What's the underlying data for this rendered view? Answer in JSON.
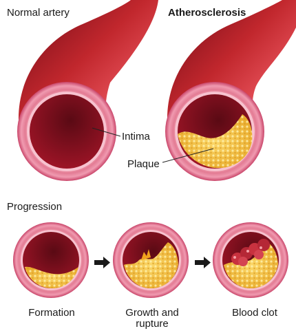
{
  "titles": {
    "normal": "Normal artery",
    "athero": "Atherosclerosis"
  },
  "callouts": {
    "intima": "Intima",
    "plaque": "Plaque"
  },
  "progression": {
    "heading": "Progression",
    "stages": [
      {
        "label": "Formation"
      },
      {
        "label_line1": "Growth and",
        "label_line2": "rupture"
      },
      {
        "label": "Blood clot"
      }
    ]
  },
  "colors": {
    "vessel_dark": "#8f1020",
    "vessel_mid": "#c1272d",
    "wall_pink": "#e97d97",
    "wall_light": "#f4a9bb",
    "lumen": "#7a0e1c",
    "plaque": "#f5c04a",
    "clot": "#c8323f"
  }
}
